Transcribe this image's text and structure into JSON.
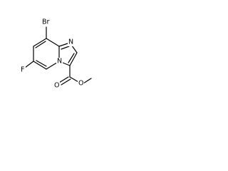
{
  "atoms": {
    "br": "Br",
    "n_imidazole": "N",
    "f": "F",
    "n_bridge": "N",
    "o_carbonyl": "O",
    "o_ester": "O"
  },
  "colors": {
    "bond": "#000000",
    "label": "#000000",
    "background": "#ffffff"
  }
}
